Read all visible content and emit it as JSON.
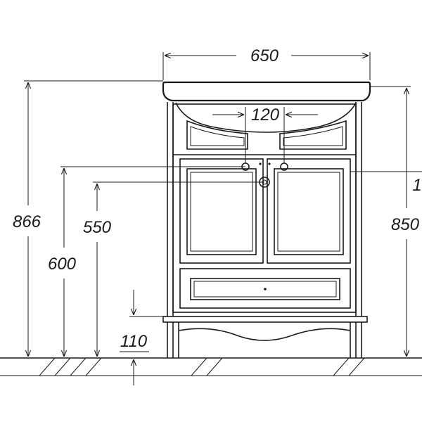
{
  "dimensions": {
    "total_width": "650",
    "faucet_spacing": "120",
    "total_height": "866",
    "pipe_height": "600",
    "drain_height": "550",
    "leg_height": "110",
    "cabinet_height": "850",
    "basin_height_partial": "1"
  },
  "colors": {
    "line": "#1a1a1a",
    "background": "#ffffff"
  }
}
